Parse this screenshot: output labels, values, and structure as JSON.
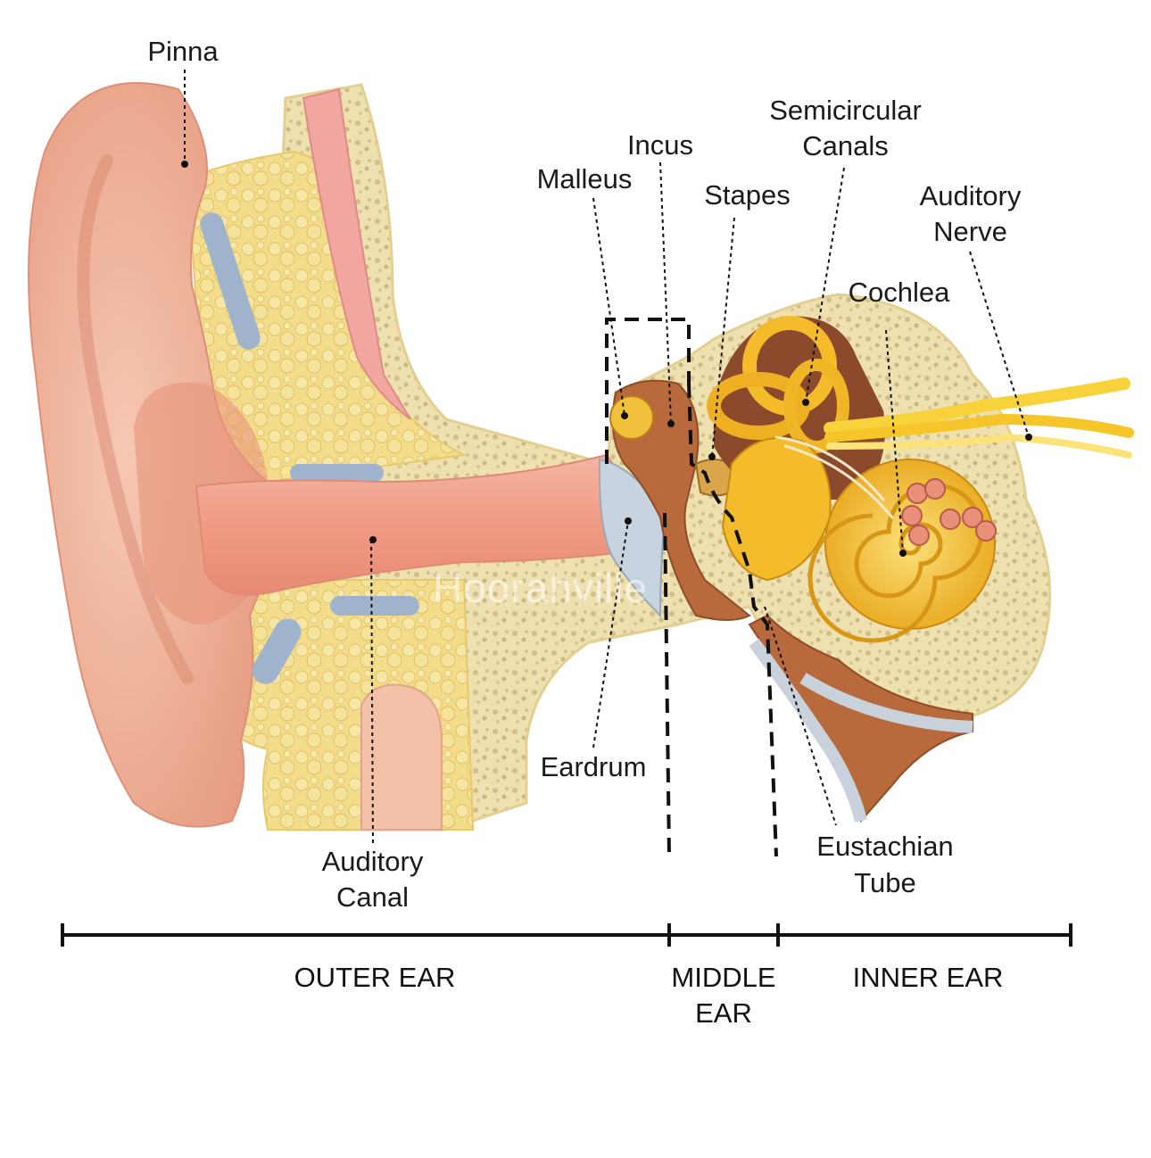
{
  "labels": {
    "pinna": "Pinna",
    "incus": "Incus",
    "malleus": "Malleus",
    "stapes": "Stapes",
    "semicircular_1": "Semicircular",
    "semicircular_2": "Canals",
    "auditory_nerve_1": "Auditory",
    "auditory_nerve_2": "Nerve",
    "cochlea": "Cochlea",
    "eardrum": "Eardrum",
    "auditory_canal_1": "Auditory",
    "auditory_canal_2": "Canal",
    "eustachian_1": "Eustachian",
    "eustachian_2": "Tube"
  },
  "sections": {
    "outer": "OUTER EAR",
    "middle_1": "MIDDLE",
    "middle_2": "EAR",
    "inner": "INNER EAR"
  },
  "watermark": "Hoorahville",
  "colors": {
    "skin": "#f2b8a0",
    "skin_dark": "#e49a82",
    "fat": "#f3dc8a",
    "bone": "#efe0b0",
    "canal": "#f1a792",
    "cartilage": "#9fb4cc",
    "ossicle": "#b86a3c",
    "cochlea": "#f4bc2a",
    "nerve": "#f7d23a",
    "line": "#111111"
  }
}
